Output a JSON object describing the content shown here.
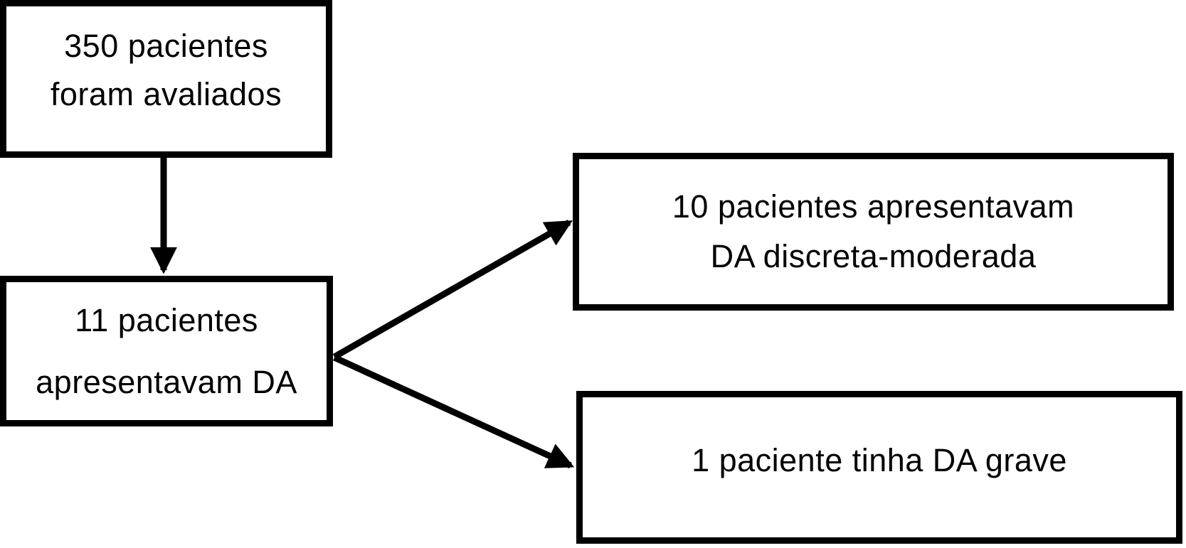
{
  "diagram": {
    "background_color": "#ffffff",
    "border_color": "#000000",
    "text_color": "#000000",
    "boxes": [
      {
        "id": "assessed",
        "lines": [
          "350 pacientes",
          "foram avaliados"
        ]
      },
      {
        "id": "with_da",
        "lines": [
          "11 pacientes",
          "apresentavam DA"
        ]
      },
      {
        "id": "mild_moderate",
        "lines": [
          "10 pacientes apresentavam",
          "DA discreta-moderada"
        ]
      },
      {
        "id": "severe",
        "lines": [
          "1 paciente tinha DA grave"
        ]
      }
    ],
    "edges": [
      {
        "from": "assessed",
        "to": "with_da",
        "direction": "down"
      },
      {
        "from": "with_da",
        "to": "mild_moderate",
        "direction": "up-right"
      },
      {
        "from": "with_da",
        "to": "severe",
        "direction": "down-right"
      }
    ]
  }
}
